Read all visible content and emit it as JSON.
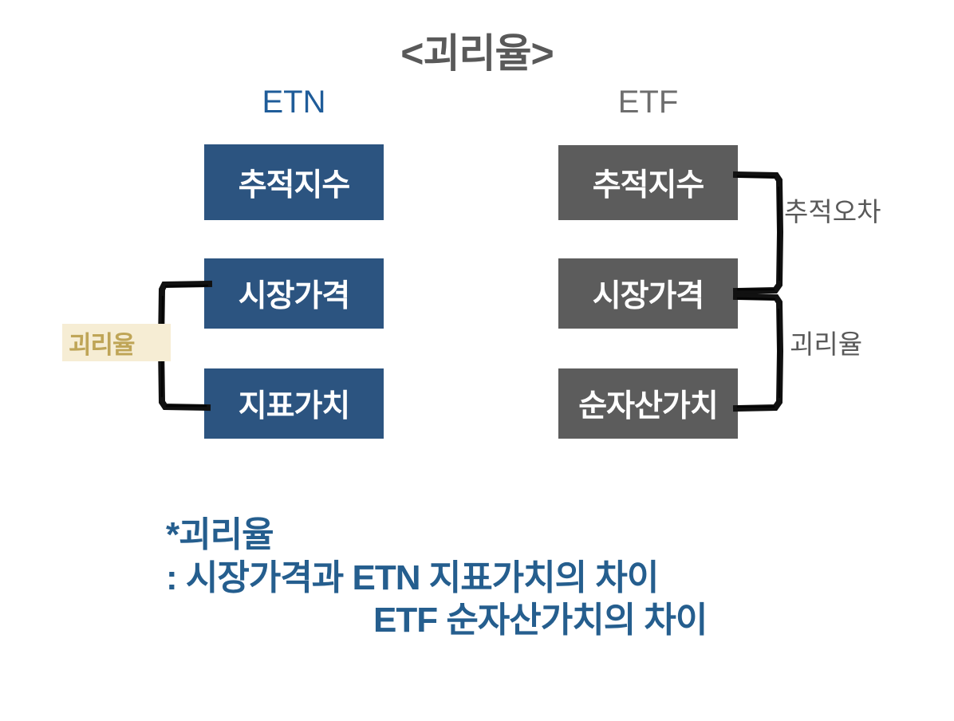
{
  "title": "<괴리율>",
  "columns": [
    {
      "id": "etn",
      "label": "ETN",
      "color": "#1f5c99"
    },
    {
      "id": "etf",
      "label": "ETF",
      "color": "#6e6e6e"
    }
  ],
  "etn": {
    "box_color": "#2c5480",
    "boxes": [
      {
        "id": "tracking-index",
        "label": "추적지수"
      },
      {
        "id": "market-price",
        "label": "시장가격"
      },
      {
        "id": "indicative-value",
        "label": "지표가치"
      }
    ],
    "bracket_label": "괴리율",
    "bracket_label_bg": "#f6edd4",
    "bracket_label_color": "#bfa557"
  },
  "etf": {
    "box_color": "#5c5c5c",
    "boxes": [
      {
        "id": "tracking-index",
        "label": "추적지수"
      },
      {
        "id": "market-price",
        "label": "시장가격"
      },
      {
        "id": "net-asset-value",
        "label": "순자산가치"
      }
    ],
    "bracket_labels": [
      {
        "id": "tracking-error",
        "label": "추적오차"
      },
      {
        "id": "disparity",
        "label": "괴리율"
      }
    ],
    "bracket_label_color": "#595959"
  },
  "footnote": {
    "color": "#255e8e",
    "lines": [
      "*괴리율",
      ": 시장가격과 ETN 지표가치의 차이",
      "ETF 순자산가치의 차이"
    ]
  }
}
